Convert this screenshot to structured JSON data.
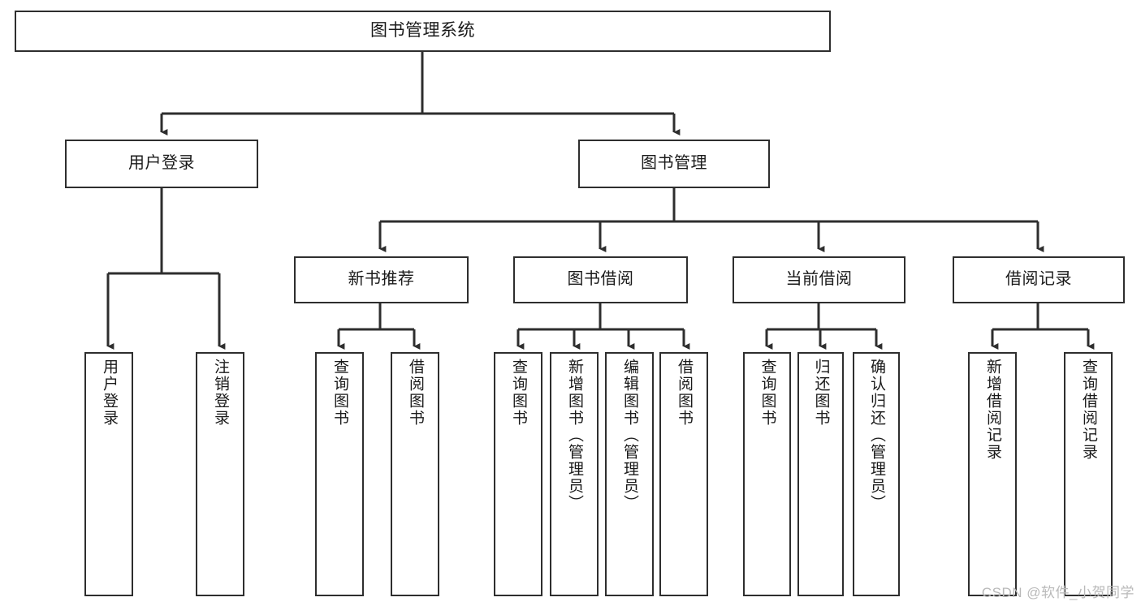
{
  "diagram": {
    "title": "图书管理系统",
    "type": "hierarchy-tree",
    "watermark": "CSDN @软件_小贺同学",
    "colors": {
      "stroke": "#2e2e2e",
      "fill": "#ffffff",
      "text": "#1a1a1a",
      "watermark": "#b9b9b9"
    },
    "nodes": {
      "root": {
        "label": "图书管理系统"
      },
      "login": {
        "label": "用户登录"
      },
      "book_mgmt": {
        "label": "图书管理"
      },
      "new_book_rec": {
        "label": "新书推荐"
      },
      "book_borrow": {
        "label": "图书借阅"
      },
      "current_borrow": {
        "label": "当前借阅"
      },
      "borrow_record": {
        "label": "借阅记录"
      },
      "leaf_user_login": {
        "label": "用户登录"
      },
      "leaf_logout": {
        "label": "注销登录"
      },
      "leaf_query_book_1": {
        "label": "查询图书"
      },
      "leaf_borrow_book_1": {
        "label": "借阅图书"
      },
      "leaf_query_book_2": {
        "label": "查询图书"
      },
      "leaf_add_book": {
        "label": "新增图书（管理员）"
      },
      "leaf_edit_book": {
        "label": "编辑图书（管理员）"
      },
      "leaf_borrow_book_2": {
        "label": "借阅图书"
      },
      "leaf_query_book_3": {
        "label": "查询图书"
      },
      "leaf_return_book": {
        "label": "归还图书"
      },
      "leaf_confirm_return": {
        "label": "确认归还（管理员）"
      },
      "leaf_add_record": {
        "label": "新增借阅记录"
      },
      "leaf_query_record": {
        "label": "查询借阅记录"
      }
    },
    "edges": [
      {
        "from": "root",
        "to": "login"
      },
      {
        "from": "root",
        "to": "book_mgmt"
      },
      {
        "from": "login",
        "to": "leaf_user_login"
      },
      {
        "from": "login",
        "to": "leaf_logout"
      },
      {
        "from": "book_mgmt",
        "to": "new_book_rec"
      },
      {
        "from": "book_mgmt",
        "to": "book_borrow"
      },
      {
        "from": "book_mgmt",
        "to": "current_borrow"
      },
      {
        "from": "book_mgmt",
        "to": "borrow_record"
      },
      {
        "from": "new_book_rec",
        "to": "leaf_query_book_1"
      },
      {
        "from": "new_book_rec",
        "to": "leaf_borrow_book_1"
      },
      {
        "from": "book_borrow",
        "to": "leaf_query_book_2"
      },
      {
        "from": "book_borrow",
        "to": "leaf_add_book"
      },
      {
        "from": "book_borrow",
        "to": "leaf_edit_book"
      },
      {
        "from": "book_borrow",
        "to": "leaf_borrow_book_2"
      },
      {
        "from": "current_borrow",
        "to": "leaf_query_book_3"
      },
      {
        "from": "current_borrow",
        "to": "leaf_return_book"
      },
      {
        "from": "current_borrow",
        "to": "leaf_confirm_return"
      },
      {
        "from": "borrow_record",
        "to": "leaf_add_record"
      },
      {
        "from": "borrow_record",
        "to": "leaf_query_record"
      }
    ]
  }
}
